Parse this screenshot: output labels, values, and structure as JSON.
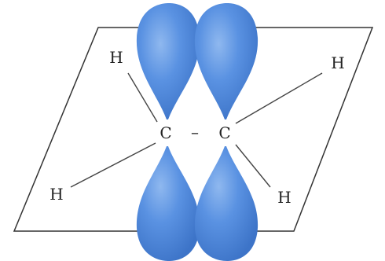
{
  "diagram": {
    "atoms": {
      "carbon_left": "C",
      "carbon_right": "C",
      "h_top_left": "H",
      "h_top_right": "H",
      "h_bottom_left": "H",
      "h_bottom_right": "H"
    },
    "cc_bond_symbol": "–",
    "colors": {
      "orbital_light": "#8fb8ef",
      "orbital_mid": "#5a92e2",
      "orbital_dark": "#3d74c8",
      "plane_stroke": "#333333",
      "bond_stroke": "#444444"
    }
  }
}
